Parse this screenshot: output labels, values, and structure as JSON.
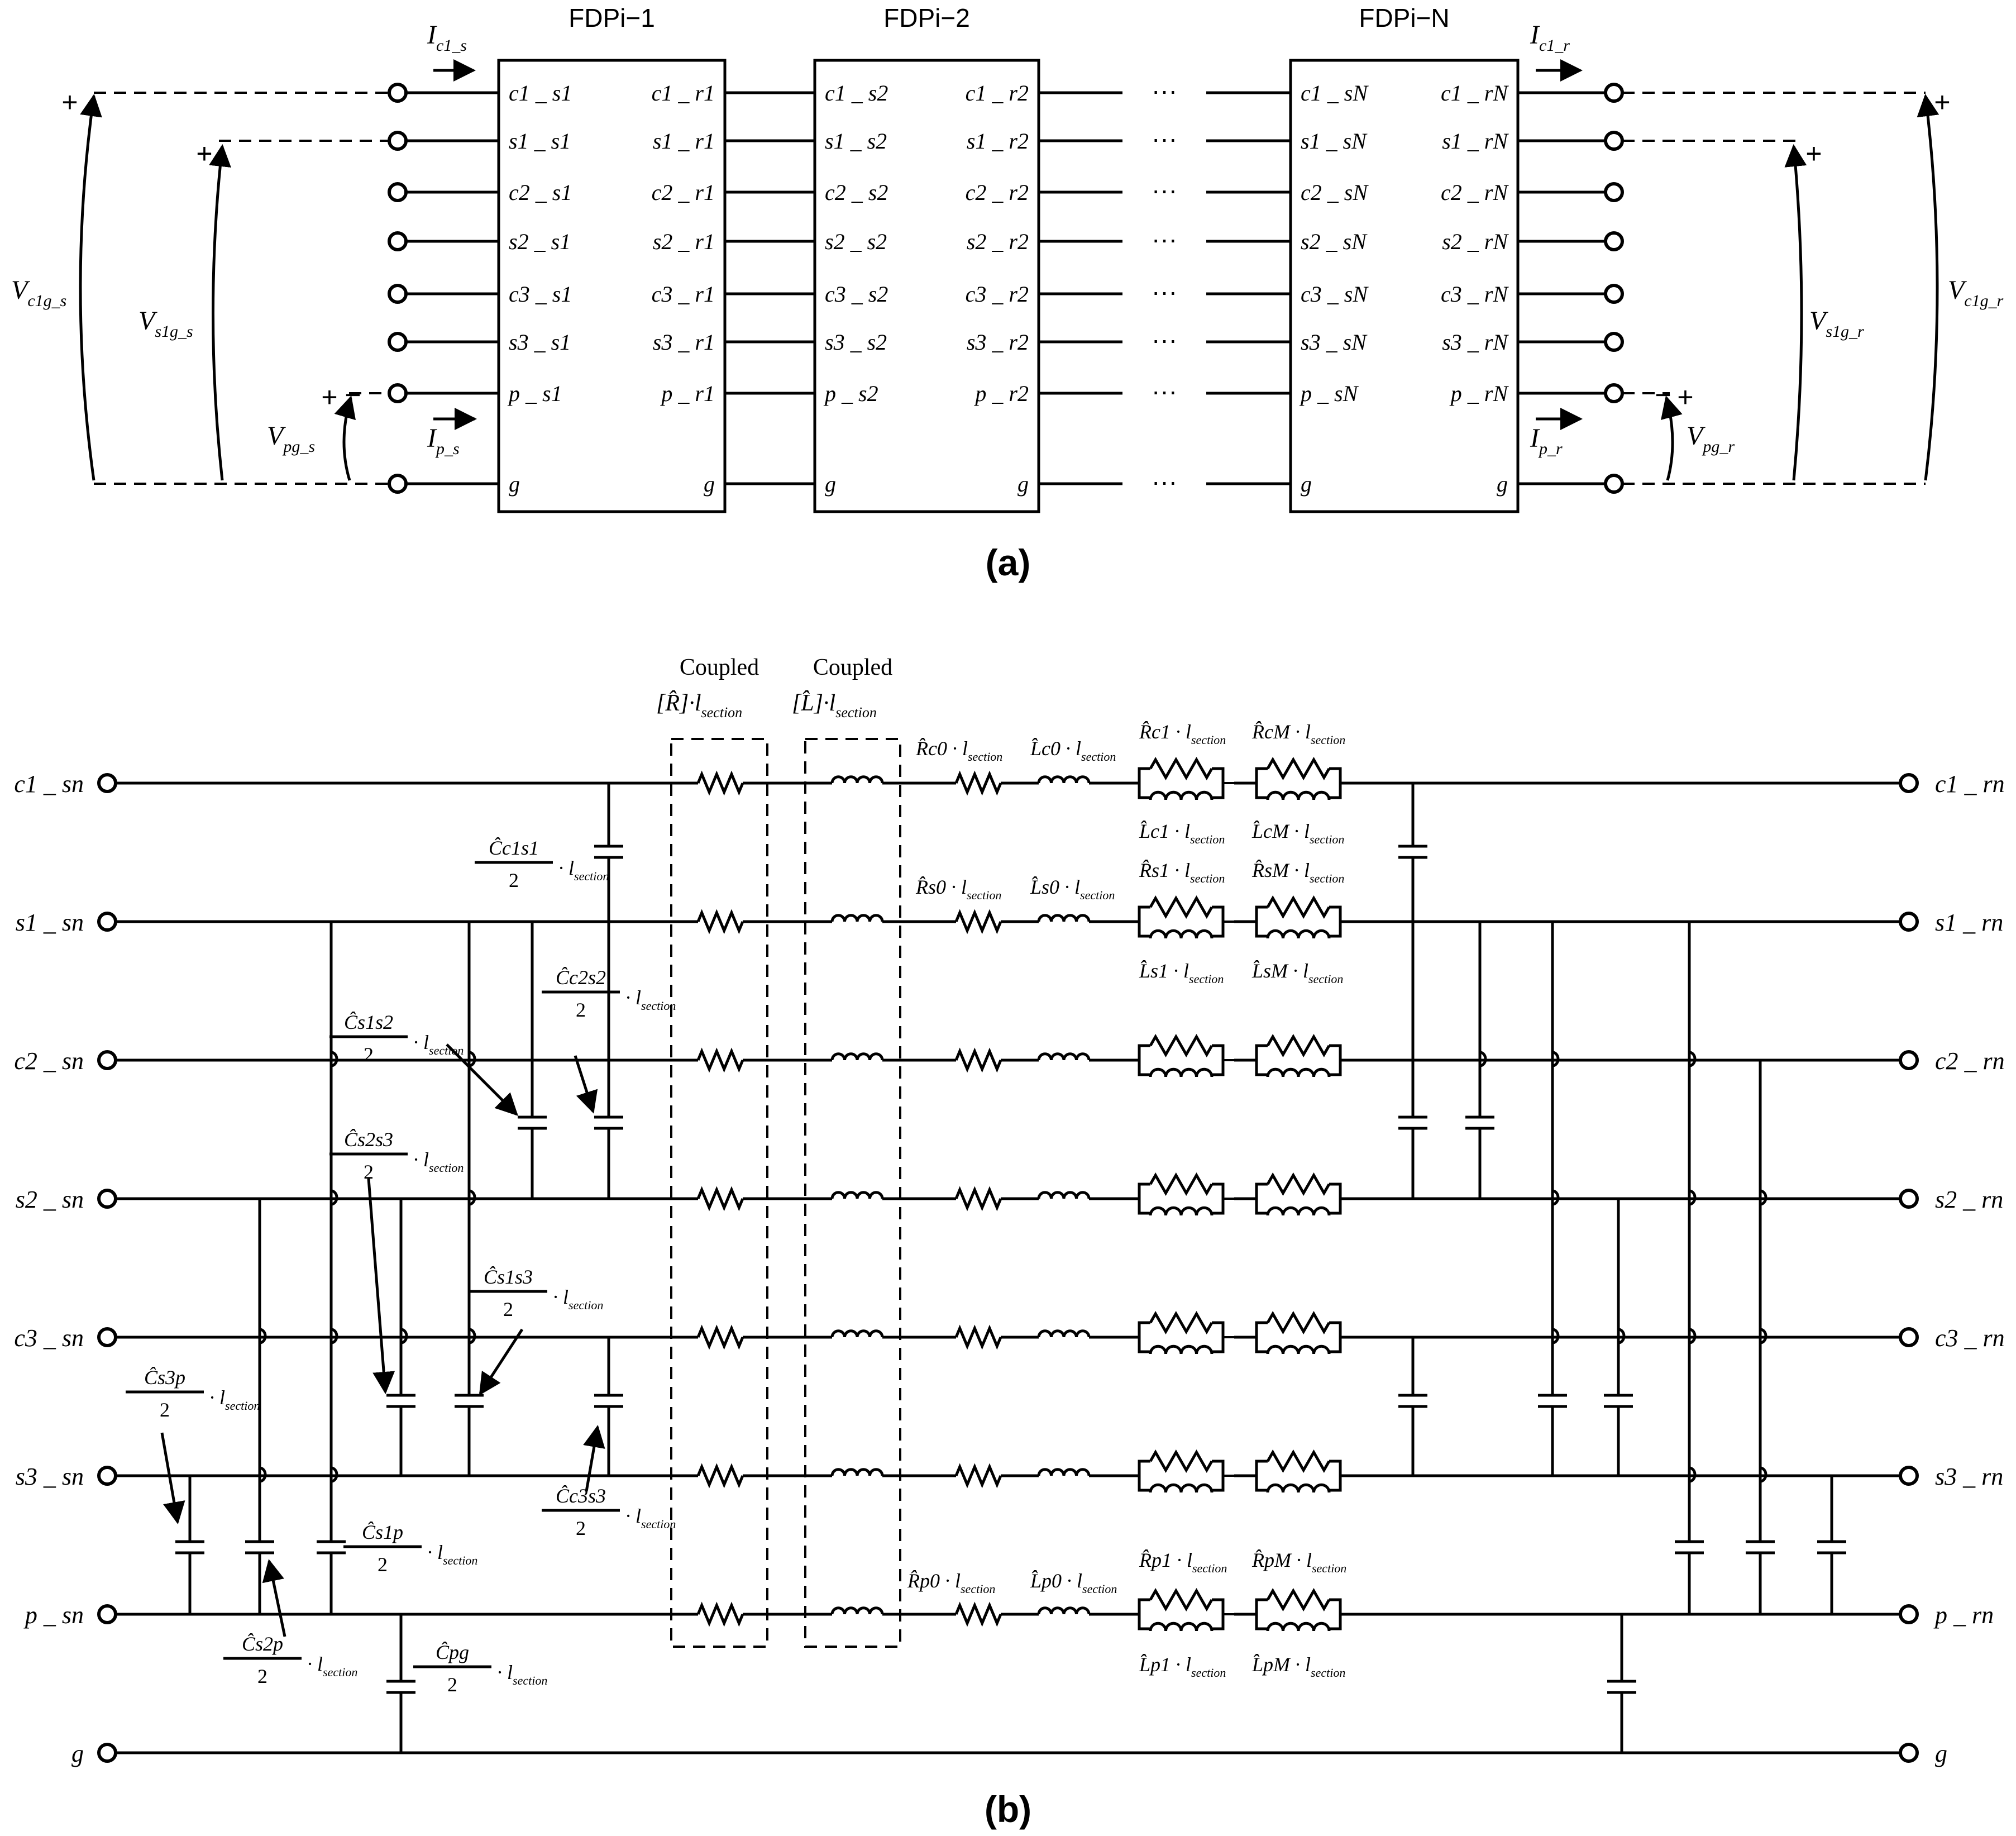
{
  "figure_a": {
    "caption": "(a)",
    "blocks": [
      {
        "title": "FDPi−1",
        "suffix": "1"
      },
      {
        "title": "FDPi−2",
        "suffix": "2"
      },
      {
        "title": "FDPi−N",
        "suffix": "N"
      }
    ],
    "port_names": [
      "c1",
      "s1",
      "c2",
      "s2",
      "c3",
      "s3",
      "p",
      "g"
    ],
    "ellipsis": "···",
    "current_labels": {
      "ic1_s": "I",
      "ic1_s_sub": "c1_s",
      "ip_s": "I",
      "ip_s_sub": "p_s",
      "ic1_r": "I",
      "ic1_r_sub": "c1_r",
      "ip_r": "I",
      "ip_r_sub": "p_r"
    },
    "voltage_labels": {
      "vc1g_s": "V",
      "vc1g_s_sub": "c1g_s",
      "vs1g_s": "V",
      "vs1g_s_sub": "s1g_s",
      "vpg_s": "V",
      "vpg_s_sub": "pg_s",
      "vc1g_r": "V",
      "vc1g_r_sub": "c1g_r",
      "vs1g_r": "V",
      "vs1g_r_sub": "s1g_r",
      "vpg_r": "V",
      "vpg_r_sub": "pg_r"
    },
    "plus": "+",
    "minus": "−"
  },
  "figure_b": {
    "caption": "(b)",
    "left_terminals": [
      "c1_sn",
      "s1_sn",
      "c2_sn",
      "s2_sn",
      "c3_sn",
      "s3_sn",
      "p_sn",
      "g"
    ],
    "right_terminals": [
      "c1_rn",
      "s1_rn",
      "c2_rn",
      "s2_rn",
      "c3_rn",
      "s3_rn",
      "p_rn",
      "g"
    ],
    "coupled_label": "Coupled",
    "coupled_R": "[R̂]·l",
    "coupled_L": "[L̂]·l",
    "section_sub": "section",
    "series_labels": {
      "Rc0": "R̂c0 · l",
      "Lc0": "L̂c0 · l",
      "Rc1": "R̂c1 · l",
      "RcM": "R̂cM · l",
      "Lc1": "L̂c1 · l",
      "LcM": "L̂cM · l",
      "Rs0": "R̂s0 · l",
      "Ls0": "L̂s0 · l",
      "Rs1": "R̂s1 · l",
      "RsM": "R̂sM · l",
      "Ls1": "L̂s1 · l",
      "LsM": "L̂sM · l",
      "Rp0": "R̂p0 · l",
      "Lp0": "L̂p0 · l",
      "Rp1": "R̂p1 · l",
      "RpM": "R̂pM · l",
      "Lp1": "L̂p1 · l",
      "LpM": "L̂pM · l"
    },
    "cap_labels": {
      "c1s1": {
        "num": "Ĉc1s1",
        "den": "2"
      },
      "c2s2": {
        "num": "Ĉc2s2",
        "den": "2"
      },
      "s1s2": {
        "num": "Ĉs1s2",
        "den": "2"
      },
      "s2s3": {
        "num": "Ĉs2s3",
        "den": "2"
      },
      "s1s3": {
        "num": "Ĉs1s3",
        "den": "2"
      },
      "s3p": {
        "num": "Ĉs3p",
        "den": "2"
      },
      "c3s3": {
        "num": "Ĉc3s3",
        "den": "2"
      },
      "s1p": {
        "num": "Ĉs1p",
        "den": "2"
      },
      "s2p": {
        "num": "Ĉs2p",
        "den": "2"
      },
      "pg": {
        "num": "Ĉpg",
        "den": "2"
      }
    }
  }
}
